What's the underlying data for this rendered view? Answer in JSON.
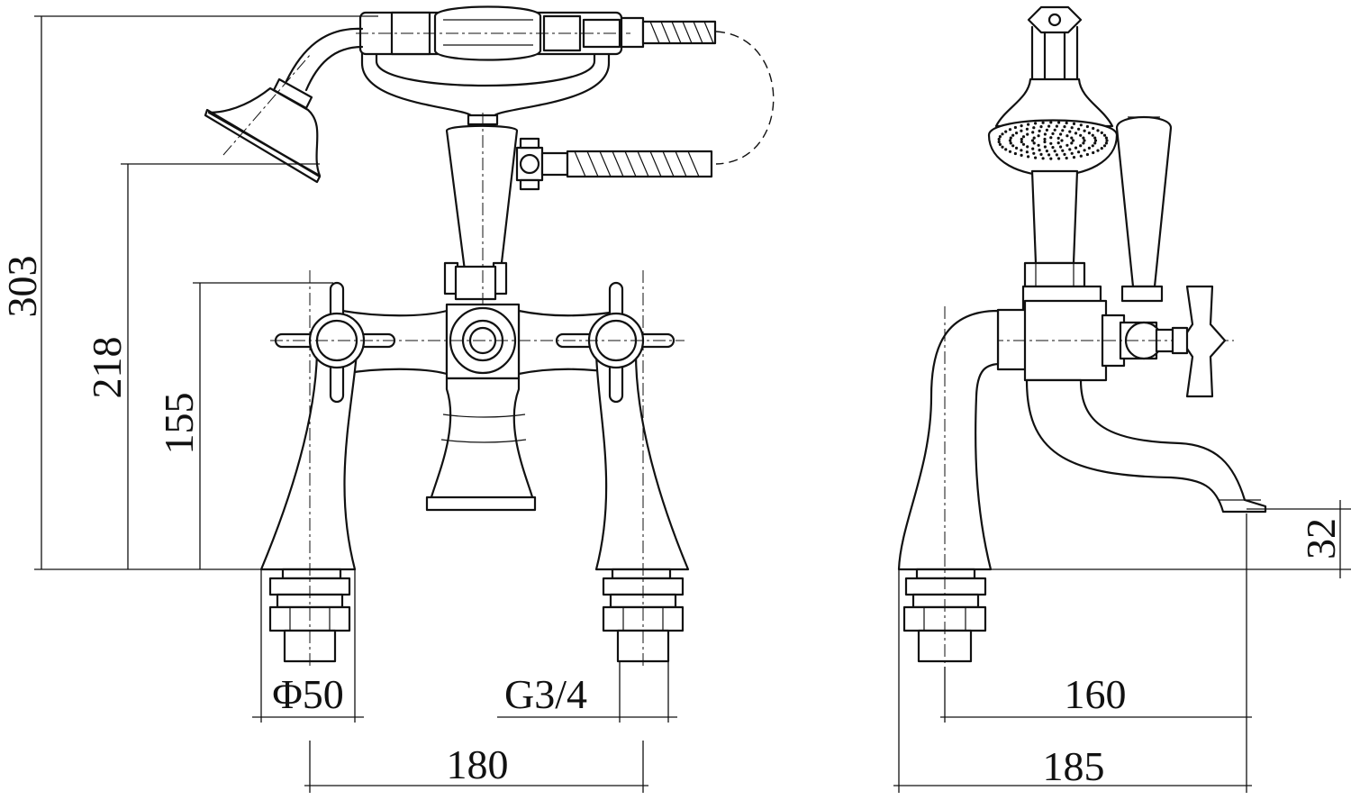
{
  "dimensions": {
    "total_height": "303",
    "handset_height": "218",
    "spout_height": "155",
    "spout_clearance": "32",
    "base_diameter": "Φ50",
    "thread": "G3/4",
    "centres": "180",
    "spout_projection": "160",
    "overall_depth": "185"
  },
  "colors": {
    "line": "#111111",
    "background": "#ffffff"
  }
}
